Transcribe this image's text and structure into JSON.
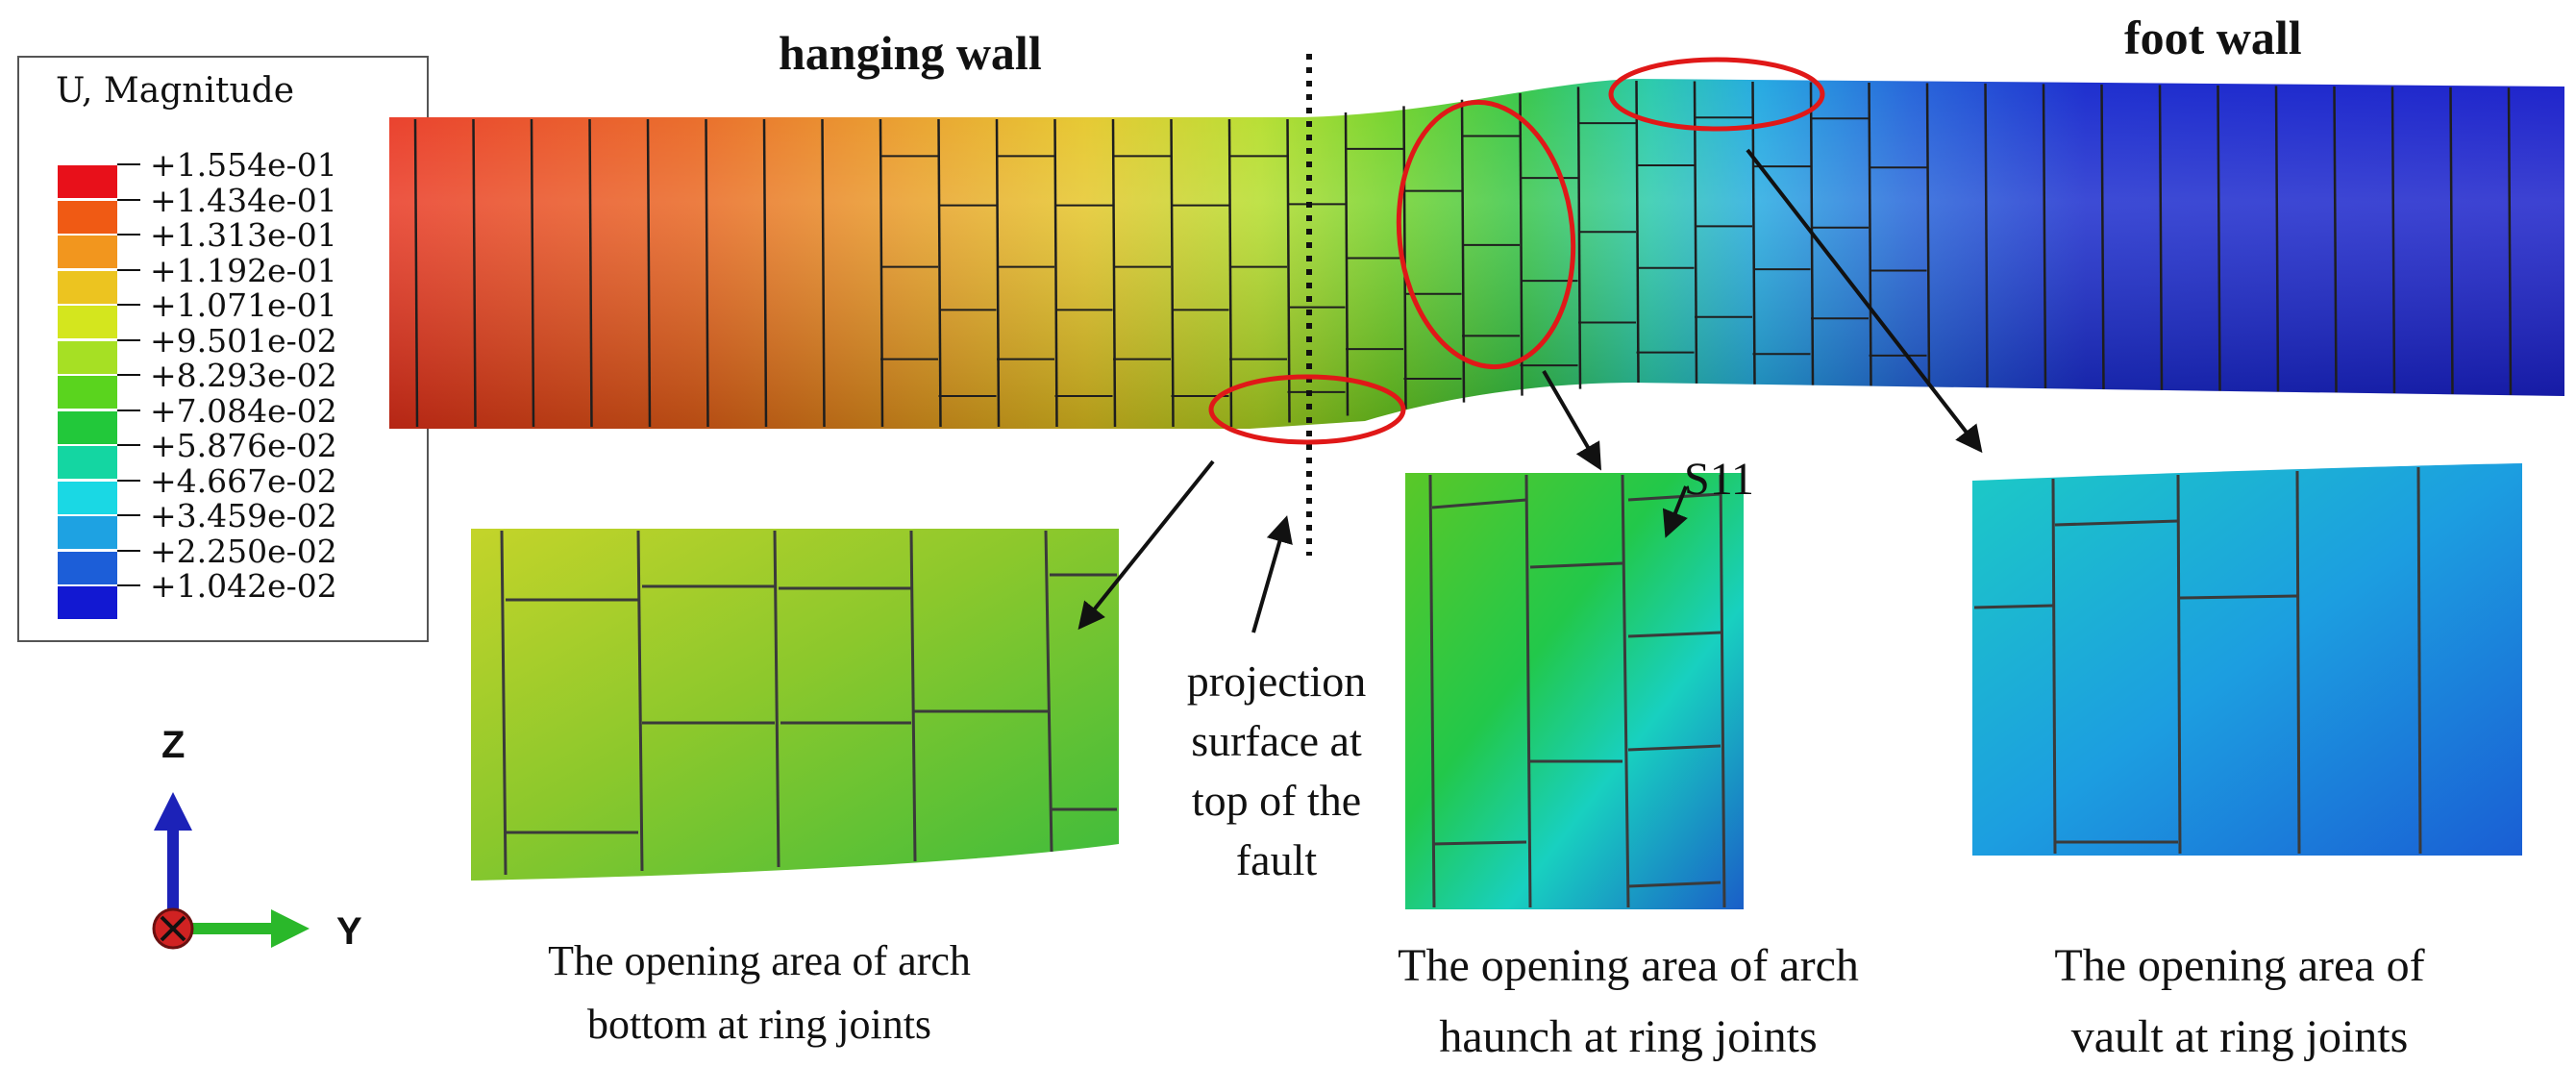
{
  "legend": {
    "title": "U, Magnitude",
    "values": [
      "+1.554e-01",
      "+1.434e-01",
      "+1.313e-01",
      "+1.192e-01",
      "+1.071e-01",
      "+9.501e-02",
      "+8.293e-02",
      "+7.084e-02",
      "+5.876e-02",
      "+4.667e-02",
      "+3.459e-02",
      "+2.250e-02",
      "+1.042e-02"
    ],
    "colors": [
      "#e8101a",
      "#f05a14",
      "#f2961e",
      "#ecc420",
      "#d4e61e",
      "#a6e024",
      "#5ad41e",
      "#22c83a",
      "#14d6a2",
      "#1ad8e4",
      "#1ea2e2",
      "#1c5ed8",
      "#1218d2"
    ]
  },
  "labels": {
    "hanging_wall": "hanging wall",
    "foot_wall": "foot wall",
    "s11": "S11",
    "projection": [
      "projection",
      "surface at",
      "top of the",
      "fault"
    ]
  },
  "captions": {
    "bottom": [
      "The opening area of arch",
      "bottom at ring joints"
    ],
    "haunch": [
      "The opening area of arch",
      "haunch at ring joints"
    ],
    "vault": [
      "The opening area of",
      "vault at ring joints"
    ]
  },
  "axes": {
    "z": "Z",
    "y": "Y"
  }
}
